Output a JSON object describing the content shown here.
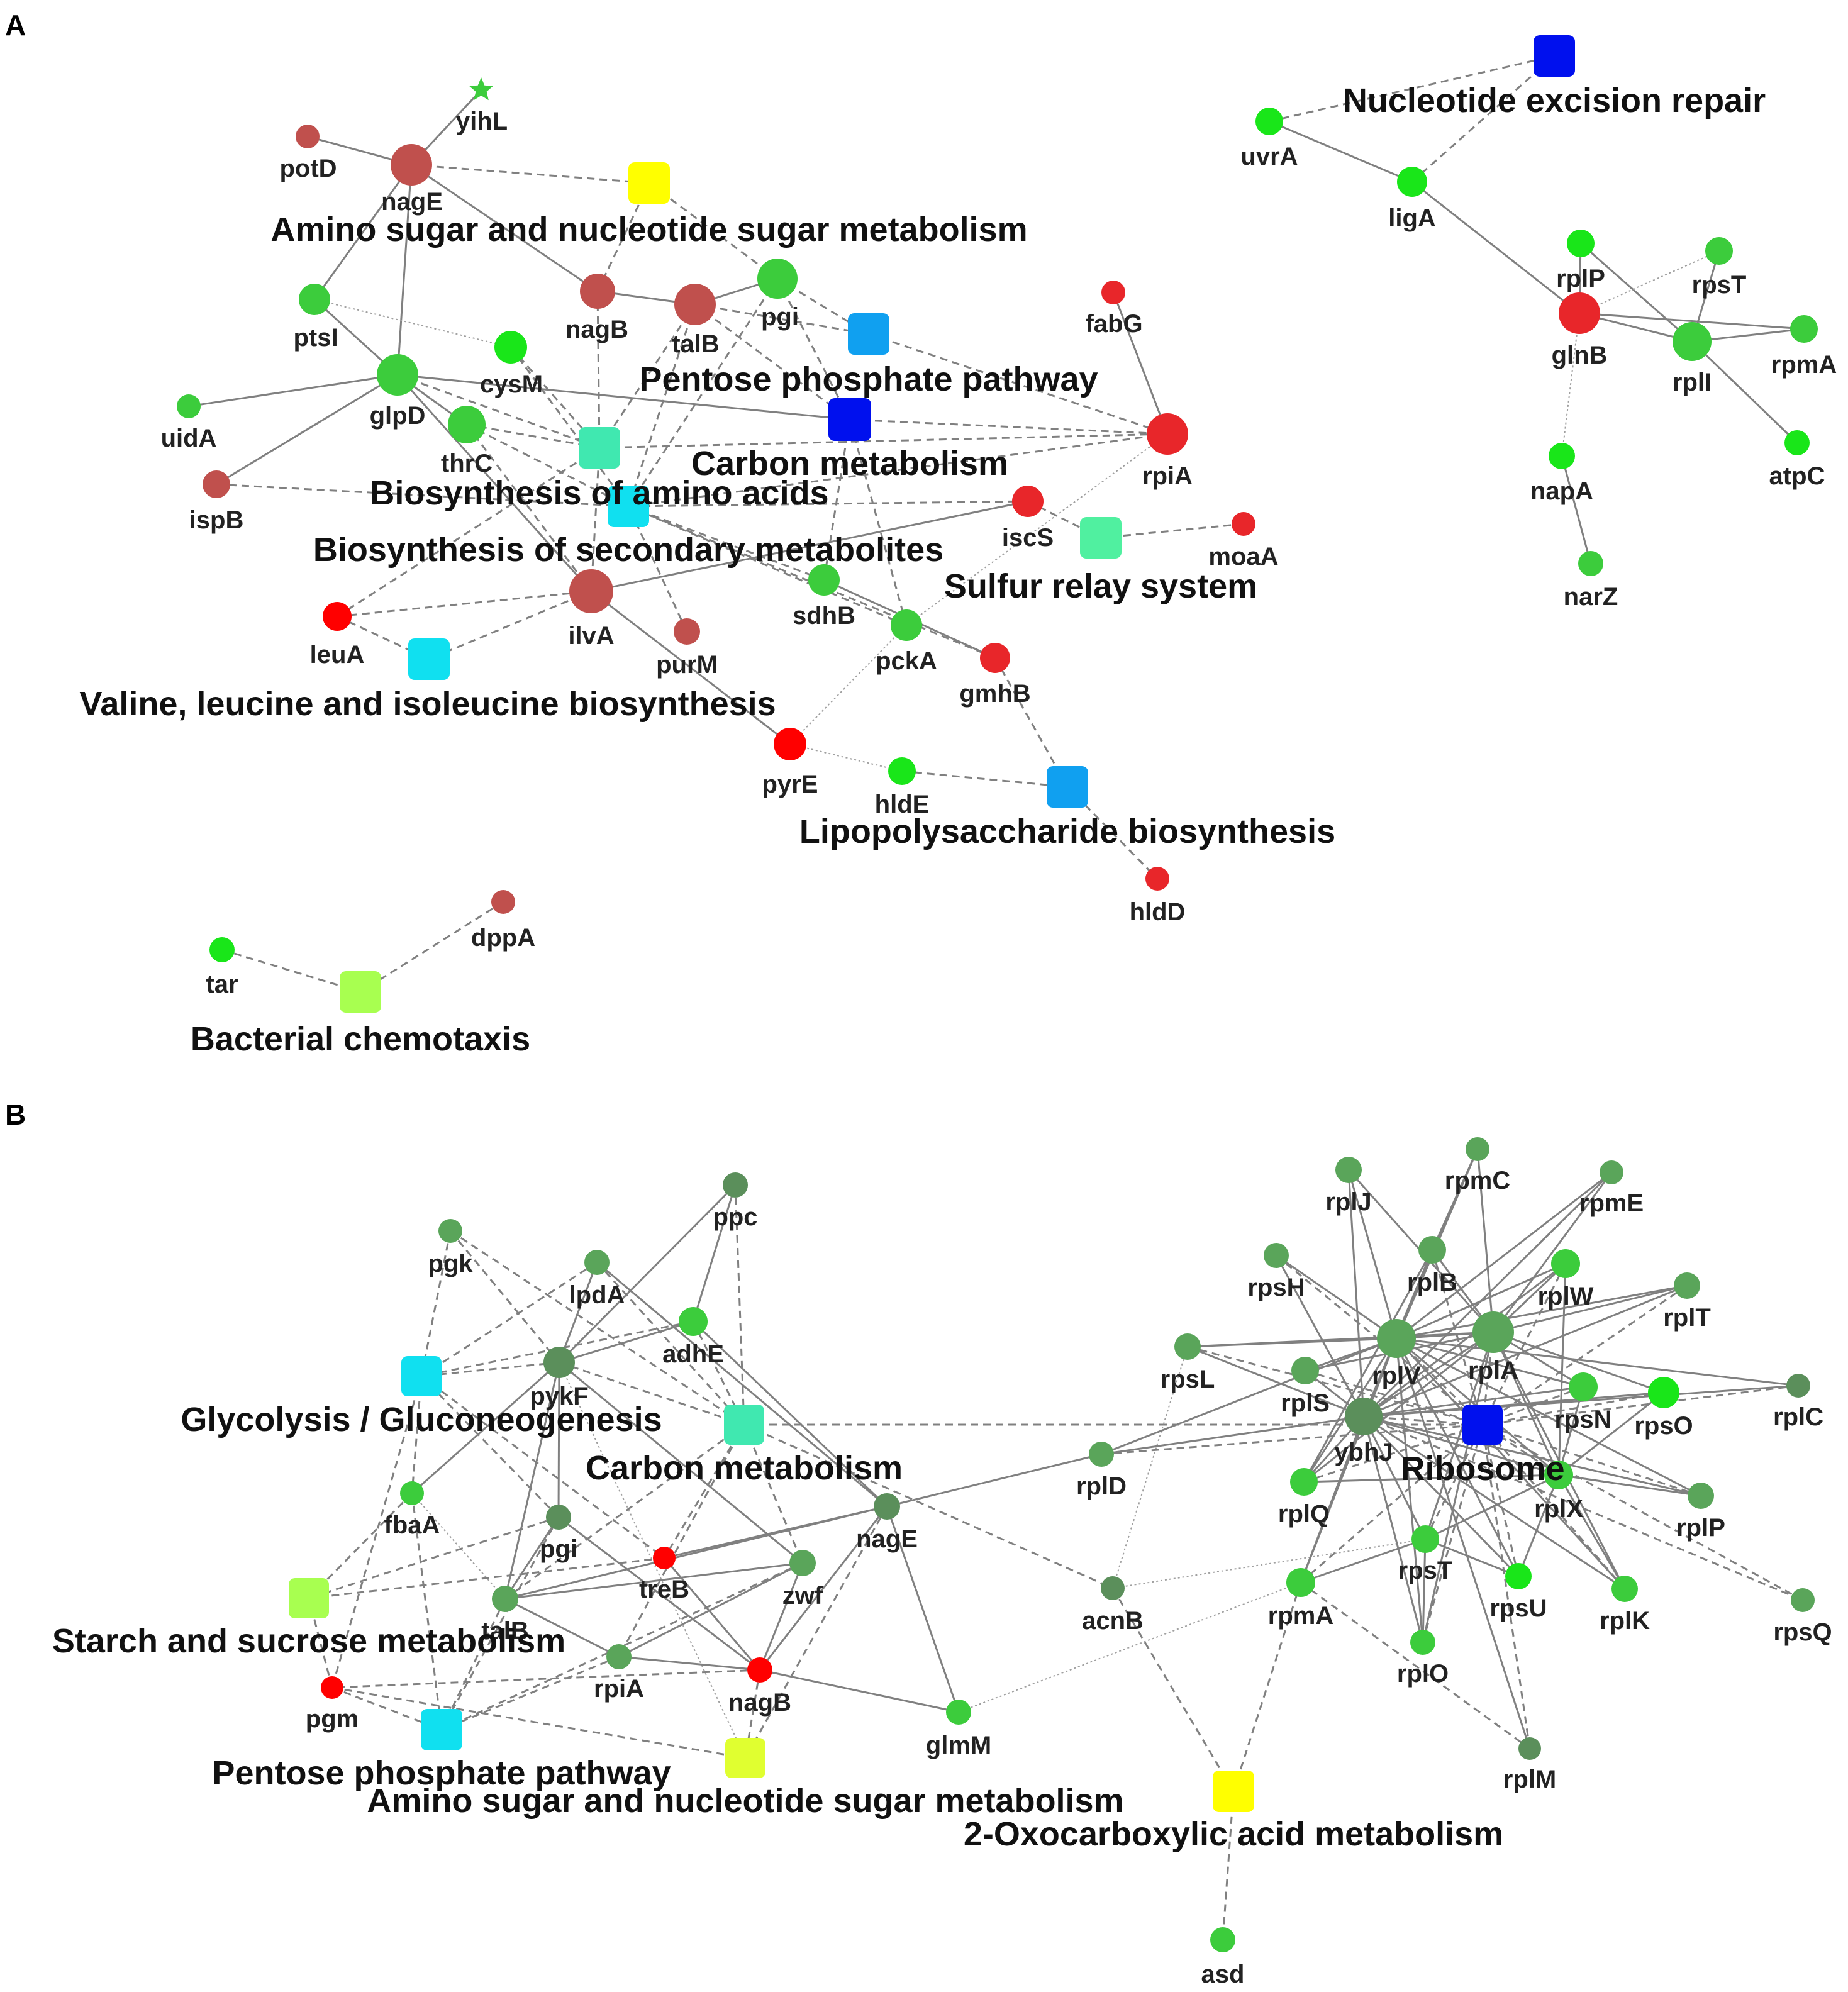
{
  "colors": {
    "dark_red": "#c0504d",
    "red": "#e8262a",
    "bright_red": "#ff0000",
    "green": "#3ccc3c",
    "bright_green": "#19e619",
    "grey_green": "#5aa55a",
    "dark_grey_green": "#5b8f5b",
    "blue": "#0010ee",
    "sky_blue": "#10a0f0",
    "cyan": "#10e0f0",
    "aquamarine": "#40e8b0",
    "mint": "#50f0a0",
    "yellow": "#ffff00",
    "lime_yellow": "#e0ff30",
    "light_green": "#a8ff50",
    "edge": "#808080"
  },
  "panels": [
    {
      "letter": "A",
      "nodes": [
        {
          "id": "yihL",
          "label": "yihL",
          "shape": "star",
          "color": "green"
        },
        {
          "id": "potD",
          "label": "potD",
          "shape": "circle",
          "color": "dark_red"
        },
        {
          "id": "nagE",
          "label": "nagE",
          "shape": "circle",
          "color": "dark_red"
        },
        {
          "id": "nagB",
          "label": "nagB",
          "shape": "circle",
          "color": "dark_red"
        },
        {
          "id": "talB",
          "label": "talB",
          "shape": "circle",
          "color": "dark_red"
        },
        {
          "id": "pgi",
          "label": "pgi",
          "shape": "circle",
          "color": "green"
        },
        {
          "id": "ptsI",
          "label": "ptsI",
          "shape": "circle",
          "color": "green"
        },
        {
          "id": "cysM",
          "label": "cysM",
          "shape": "circle",
          "color": "bright_green"
        },
        {
          "id": "glpD",
          "label": "glpD",
          "shape": "circle",
          "color": "green"
        },
        {
          "id": "thrC",
          "label": "thrC",
          "shape": "circle",
          "color": "green"
        },
        {
          "id": "uidA",
          "label": "uidA",
          "shape": "circle",
          "color": "green"
        },
        {
          "id": "ispB",
          "label": "ispB",
          "shape": "circle",
          "color": "dark_red"
        },
        {
          "id": "fabG",
          "label": "fabG",
          "shape": "circle",
          "color": "red"
        },
        {
          "id": "rpiA",
          "label": "rpiA",
          "shape": "circle",
          "color": "red"
        },
        {
          "id": "iscS",
          "label": "iscS",
          "shape": "circle",
          "color": "red"
        },
        {
          "id": "moaA",
          "label": "moaA",
          "shape": "circle",
          "color": "red"
        },
        {
          "id": "leuA",
          "label": "leuA",
          "shape": "circle",
          "color": "bright_red"
        },
        {
          "id": "ilvA",
          "label": "ilvA",
          "shape": "circle",
          "color": "dark_red"
        },
        {
          "id": "purM",
          "label": "purM",
          "shape": "circle",
          "color": "dark_red"
        },
        {
          "id": "sdhB",
          "label": "sdhB",
          "shape": "circle",
          "color": "green"
        },
        {
          "id": "pckA",
          "label": "pckA",
          "shape": "circle",
          "color": "green"
        },
        {
          "id": "gmhB",
          "label": "gmhB",
          "shape": "circle",
          "color": "red"
        },
        {
          "id": "pyrE",
          "label": "pyrE",
          "shape": "circle",
          "color": "bright_red"
        },
        {
          "id": "hldE",
          "label": "hldE",
          "shape": "circle",
          "color": "bright_green"
        },
        {
          "id": "hldD",
          "label": "hldD",
          "shape": "circle",
          "color": "red"
        },
        {
          "id": "uvrA",
          "label": "uvrA",
          "shape": "circle",
          "color": "bright_green"
        },
        {
          "id": "ligA",
          "label": "ligA",
          "shape": "circle",
          "color": "bright_green"
        },
        {
          "id": "rplP",
          "label": "rplP",
          "shape": "circle",
          "color": "bright_green"
        },
        {
          "id": "rpsT",
          "label": "rpsT",
          "shape": "circle",
          "color": "green"
        },
        {
          "id": "glnB",
          "label": "glnB",
          "shape": "circle",
          "color": "red"
        },
        {
          "id": "rplI",
          "label": "rplI",
          "shape": "circle",
          "color": "green"
        },
        {
          "id": "rpmA",
          "label": "rpmA",
          "shape": "circle",
          "color": "green"
        },
        {
          "id": "atpC",
          "label": "atpC",
          "shape": "circle",
          "color": "bright_green"
        },
        {
          "id": "napA",
          "label": "napA",
          "shape": "circle",
          "color": "bright_green"
        },
        {
          "id": "narZ",
          "label": "narZ",
          "shape": "circle",
          "color": "green"
        },
        {
          "id": "tar",
          "label": "tar",
          "shape": "circle",
          "color": "bright_green"
        },
        {
          "id": "dppA",
          "label": "dppA",
          "shape": "circle",
          "color": "dark_red"
        }
      ],
      "pathways": [
        {
          "id": "amino_sugar",
          "label": "Amino sugar and nucleotide sugar metabolism",
          "color": "yellow"
        },
        {
          "id": "pentose",
          "label": "Pentose phosphate pathway",
          "color": "sky_blue"
        },
        {
          "id": "carbon",
          "label": "Carbon metabolism",
          "color": "blue"
        },
        {
          "id": "biosyn_aa",
          "label": "Biosynthesis of amino acids",
          "color": "aquamarine"
        },
        {
          "id": "biosyn_sec",
          "label": "Biosynthesis of secondary metabolites",
          "color": "cyan"
        },
        {
          "id": "sulfur",
          "label": "Sulfur relay system",
          "color": "mint"
        },
        {
          "id": "valine",
          "label": "Valine, leucine and isoleucine biosynthesis",
          "color": "cyan"
        },
        {
          "id": "lps",
          "label": "Lipopolysaccharide biosynthesis",
          "color": "sky_blue"
        },
        {
          "id": "ner",
          "label": "Nucleotide excision repair",
          "color": "blue"
        },
        {
          "id": "chemotaxis",
          "label": "Bacterial chemotaxis",
          "color": "light_green"
        }
      ]
    },
    {
      "letter": "B",
      "nodes": [
        {
          "id": "pgk",
          "label": "pgk",
          "shape": "circle",
          "color": "grey_green"
        },
        {
          "id": "lpdA",
          "label": "lpdA",
          "shape": "circle",
          "color": "grey_green"
        },
        {
          "id": "ppc",
          "label": "ppc",
          "shape": "circle",
          "color": "dark_grey_green"
        },
        {
          "id": "adhE",
          "label": "adhE",
          "shape": "circle",
          "color": "green"
        },
        {
          "id": "pykF",
          "label": "pykF",
          "shape": "circle",
          "color": "dark_grey_green"
        },
        {
          "id": "fbaA",
          "label": "fbaA",
          "shape": "circle",
          "color": "green"
        },
        {
          "id": "pgi",
          "label": "pgi",
          "shape": "circle",
          "color": "dark_grey_green"
        },
        {
          "id": "talB",
          "label": "talB",
          "shape": "circle",
          "color": "grey_green"
        },
        {
          "id": "treB",
          "label": "treB",
          "shape": "circle",
          "color": "bright_red"
        },
        {
          "id": "zwf",
          "label": "zwf",
          "shape": "circle",
          "color": "grey_green"
        },
        {
          "id": "nagE",
          "label": "nagE",
          "shape": "circle",
          "color": "dark_grey_green"
        },
        {
          "id": "rpiA",
          "label": "rpiA",
          "shape": "circle",
          "color": "grey_green"
        },
        {
          "id": "nagB",
          "label": "nagB",
          "shape": "circle",
          "color": "bright_red"
        },
        {
          "id": "pgm",
          "label": "pgm",
          "shape": "circle",
          "color": "bright_red"
        },
        {
          "id": "glmM",
          "label": "glmM",
          "shape": "circle",
          "color": "green"
        },
        {
          "id": "acnB",
          "label": "acnB",
          "shape": "circle",
          "color": "dark_grey_green"
        },
        {
          "id": "rplD",
          "label": "rplD",
          "shape": "circle",
          "color": "grey_green"
        },
        {
          "id": "rpsL",
          "label": "rpsL",
          "shape": "circle",
          "color": "grey_green"
        },
        {
          "id": "rpsH",
          "label": "rpsH",
          "shape": "circle",
          "color": "grey_green"
        },
        {
          "id": "rplJ",
          "label": "rplJ",
          "shape": "circle",
          "color": "grey_green"
        },
        {
          "id": "rpmC",
          "label": "rpmC",
          "shape": "circle",
          "color": "grey_green"
        },
        {
          "id": "rpmE",
          "label": "rpmE",
          "shape": "circle",
          "color": "grey_green"
        },
        {
          "id": "rplB",
          "label": "rplB",
          "shape": "circle",
          "color": "grey_green"
        },
        {
          "id": "rplW",
          "label": "rplW",
          "shape": "circle",
          "color": "green"
        },
        {
          "id": "rplT",
          "label": "rplT",
          "shape": "circle",
          "color": "grey_green"
        },
        {
          "id": "rplS",
          "label": "rplS",
          "shape": "circle",
          "color": "grey_green"
        },
        {
          "id": "rplV",
          "label": "rplV",
          "shape": "circle",
          "color": "grey_green"
        },
        {
          "id": "rplA",
          "label": "rplA",
          "shape": "circle",
          "color": "grey_green"
        },
        {
          "id": "rpsN",
          "label": "rpsN",
          "shape": "circle",
          "color": "green"
        },
        {
          "id": "rpsO",
          "label": "rpsO",
          "shape": "circle",
          "color": "bright_green"
        },
        {
          "id": "rplC",
          "label": "rplC",
          "shape": "circle",
          "color": "dark_grey_green"
        },
        {
          "id": "ybhJ",
          "label": "ybhJ",
          "shape": "circle",
          "color": "dark_grey_green"
        },
        {
          "id": "rplQ",
          "label": "rplQ",
          "shape": "circle",
          "color": "green"
        },
        {
          "id": "rplX",
          "label": "rplX",
          "shape": "circle",
          "color": "green"
        },
        {
          "id": "rplP",
          "label": "rplP",
          "shape": "circle",
          "color": "grey_green"
        },
        {
          "id": "rpsT",
          "label": "rpsT",
          "shape": "circle",
          "color": "green"
        },
        {
          "id": "rpmA",
          "label": "rpmA",
          "shape": "circle",
          "color": "green"
        },
        {
          "id": "rpsU",
          "label": "rpsU",
          "shape": "circle",
          "color": "bright_green"
        },
        {
          "id": "rplK",
          "label": "rplK",
          "shape": "circle",
          "color": "green"
        },
        {
          "id": "rpsQ",
          "label": "rpsQ",
          "shape": "circle",
          "color": "grey_green"
        },
        {
          "id": "rplO",
          "label": "rplO",
          "shape": "circle",
          "color": "green"
        },
        {
          "id": "rplM",
          "label": "rplM",
          "shape": "circle",
          "color": "dark_grey_green"
        },
        {
          "id": "asd",
          "label": "asd",
          "shape": "circle",
          "color": "green"
        }
      ],
      "pathways": [
        {
          "id": "glycolysis",
          "label": "Glycolysis / Gluconeogenesis",
          "color": "cyan"
        },
        {
          "id": "carbon",
          "label": "Carbon metabolism",
          "color": "aquamarine"
        },
        {
          "id": "starch",
          "label": "Starch and sucrose metabolism",
          "color": "light_green"
        },
        {
          "id": "pentose",
          "label": "Pentose phosphate pathway",
          "color": "cyan"
        },
        {
          "id": "amino_sugar",
          "label": "Amino sugar and nucleotide sugar metabolism",
          "color": "lime_yellow"
        },
        {
          "id": "oxo",
          "label": "2-Oxocarboxylic acid metabolism",
          "color": "yellow"
        },
        {
          "id": "ribosome",
          "label": "Ribosome",
          "color": "blue"
        }
      ]
    }
  ]
}
